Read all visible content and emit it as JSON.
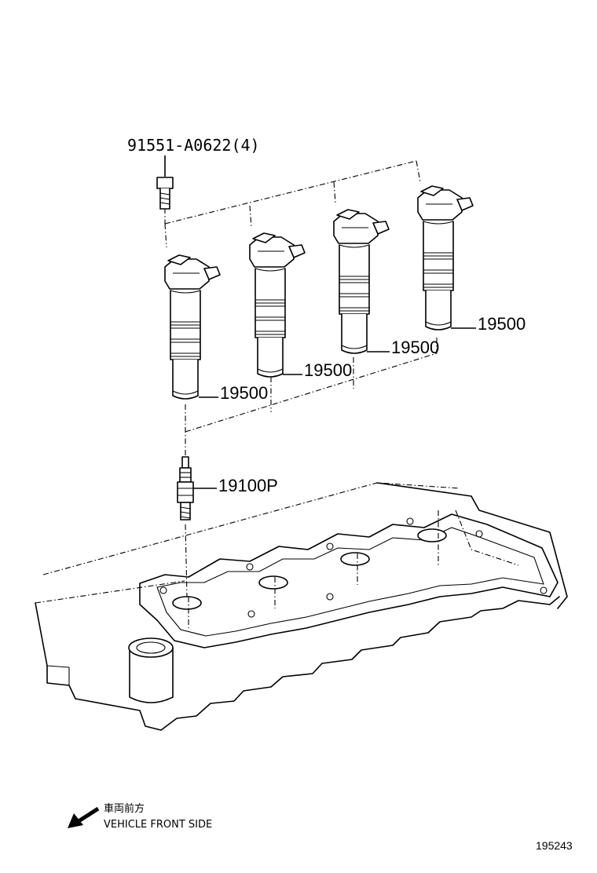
{
  "parts": {
    "bolt": "91551-A0622(4)",
    "coil_1": "19500",
    "coil_2": "19500",
    "coil_3": "19500",
    "coil_4": "19500",
    "spark_plug": "19100P"
  },
  "direction": {
    "japanese": "車両前方",
    "english": "VEHICLE FRONT SIDE"
  },
  "figure_number": "195243"
}
